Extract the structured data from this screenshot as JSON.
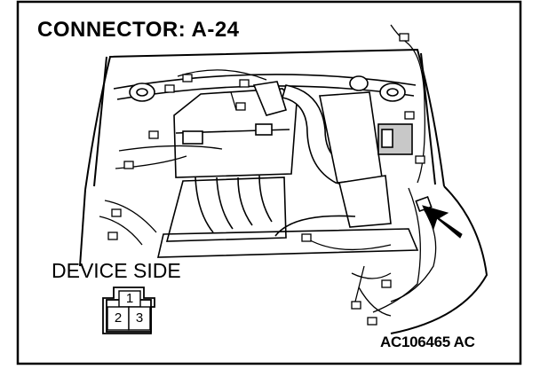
{
  "title": "CONNECTOR: A-24",
  "device_label": "DEVICE SIDE",
  "reference": "AC106465 AC",
  "connector": {
    "pins": [
      "1",
      "2",
      "3"
    ]
  },
  "colors": {
    "ink": "#000000",
    "paper": "#ffffff",
    "shade": "#9a9a9a",
    "light_shade": "#c8c8c8"
  },
  "icons": [
    "arrow-icon"
  ]
}
